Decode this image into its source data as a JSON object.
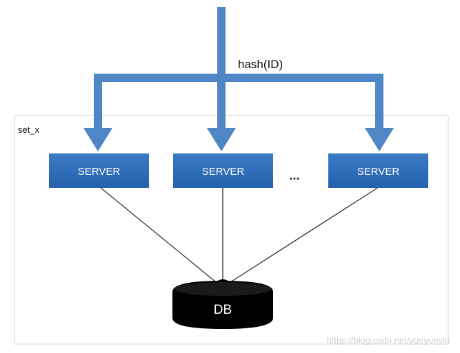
{
  "diagram": {
    "hash_label": "hash(ID)",
    "set_label": "set_x",
    "servers": [
      {
        "label": "SERVER"
      },
      {
        "label": "SERVER"
      },
      {
        "label": "SERVER"
      }
    ],
    "ellipsis": "...",
    "db_label": "DB",
    "watermark": "https://blog.csdn.net/yueyunyin"
  },
  "colors": {
    "arrow_blue": "#4f86c6",
    "server_blue": "#2e6ab5",
    "db_black": "#000000",
    "set_border": "#e6e2d2"
  }
}
